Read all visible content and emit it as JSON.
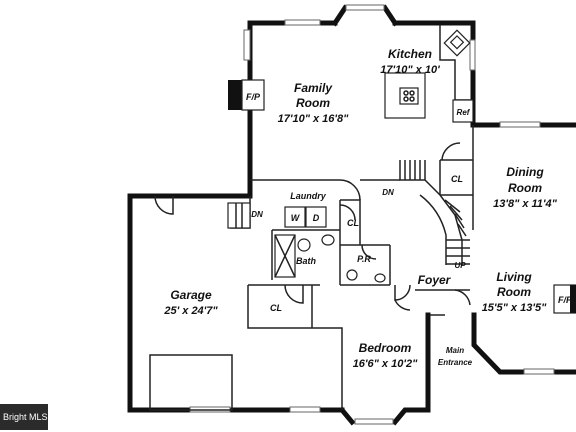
{
  "rooms": {
    "kitchen": {
      "name": "Kitchen",
      "dims": "17'10\" x 10'"
    },
    "family": {
      "name_line1": "Family",
      "name_line2": "Room",
      "dims": "17'10\" x 16'8\""
    },
    "dining": {
      "name_line1": "Dining",
      "name_line2": "Room",
      "dims": "13'8\" x 11'4\""
    },
    "garage": {
      "name": "Garage",
      "dims": "25' x 24'7\""
    },
    "living": {
      "name_line1": "Living",
      "name_line2": "Room",
      "dims": "15'5\" x 13'5\""
    },
    "bedroom": {
      "name": "Bedroom",
      "dims": "16'6\" x 10'2\""
    }
  },
  "labels": {
    "laundry": "Laundry",
    "fp_family": "F/P",
    "fp_living": "F/P",
    "ref": "Ref",
    "dn_stairs": "DN",
    "dn_garage": "DN",
    "closet_top": "CL",
    "closet_laundry": "CL",
    "closet_garage": "CL",
    "washer": "W",
    "dryer": "D",
    "bath": "Bath",
    "powder_room": "P.R",
    "foyer": "Foyer",
    "up_stairs": "UP",
    "main_entrance_line1": "Main",
    "main_entrance_line2": "Entrance"
  },
  "watermark": "Bright MLS"
}
